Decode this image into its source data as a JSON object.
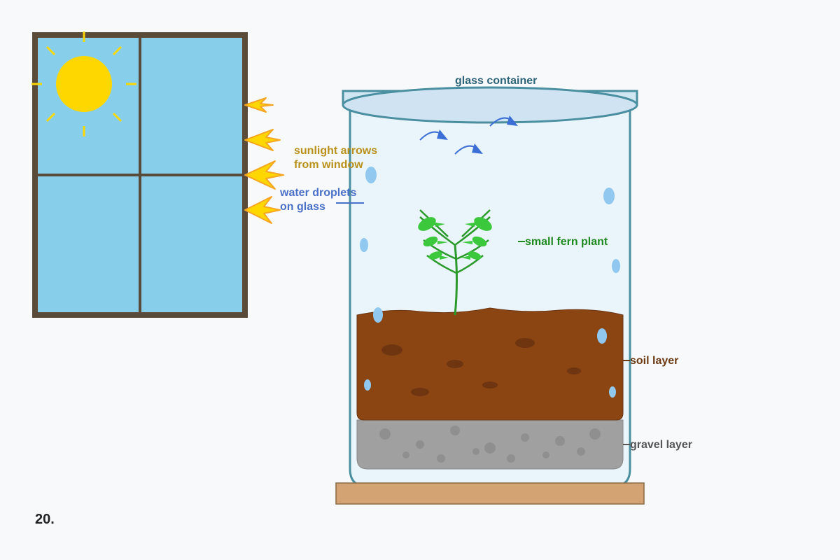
{
  "question_number": "20.",
  "labels": {
    "glass_container": "glass container",
    "sunlight_line1": "sunlight arrows",
    "sunlight_line2": "from window",
    "droplets_line1": "water droplets",
    "droplets_line2": "on glass",
    "fern": "small fern plant",
    "soil": "soil layer",
    "gravel": "gravel layer"
  },
  "colors": {
    "window_frame": "#5a4a3a",
    "window_glass": "#87ceeb",
    "sun": "#ffd700",
    "sunlight_arrow_fill": "#ffd700",
    "sunlight_arrow_stroke": "#f5a623",
    "sunlight_label": "#b8901a",
    "glass_outline": "#4a8fa0",
    "glass_fill": "#eaf4fb",
    "droplet": "#90c8f0",
    "droplet_label": "#4a70c8",
    "evaporation_arrow": "#3b6fd6",
    "plant": "#2a9a2a",
    "leaf": "#3cc83c",
    "fern_label": "#1f8a1f",
    "soil": "#8b4513",
    "soil_label": "#6b3a12",
    "gravel": "#a0a0a0",
    "gravel_label": "#555555",
    "base": "#d4a373",
    "container_label": "#2e6478"
  }
}
